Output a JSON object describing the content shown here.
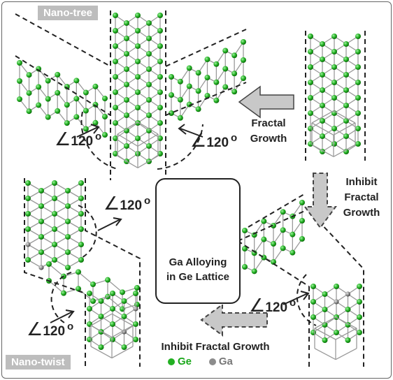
{
  "labels": {
    "nano_tree": "Nano-tree",
    "nano_twist": "Nano-twist",
    "fractal_growth": [
      "Fractal",
      "Growth"
    ],
    "inhibit_fractal_growth_right": [
      "Inhibit",
      "Fractal",
      "Growth"
    ],
    "inhibit_fractal_growth_bottom": "Inhibit Fractal Growth",
    "center_caption": [
      "Ga Alloying",
      "in Ge Lattice"
    ]
  },
  "angles": {
    "value": "120",
    "degree_mark": "o"
  },
  "legend": {
    "ge": "Ge",
    "ga": "Ga"
  },
  "colors": {
    "ge_atom": "#22b022",
    "ga_atom": "#8c8c8c",
    "bond": "#9a9a9a",
    "arrow_fill": "#c8c8c8",
    "dashed": "#222222"
  }
}
